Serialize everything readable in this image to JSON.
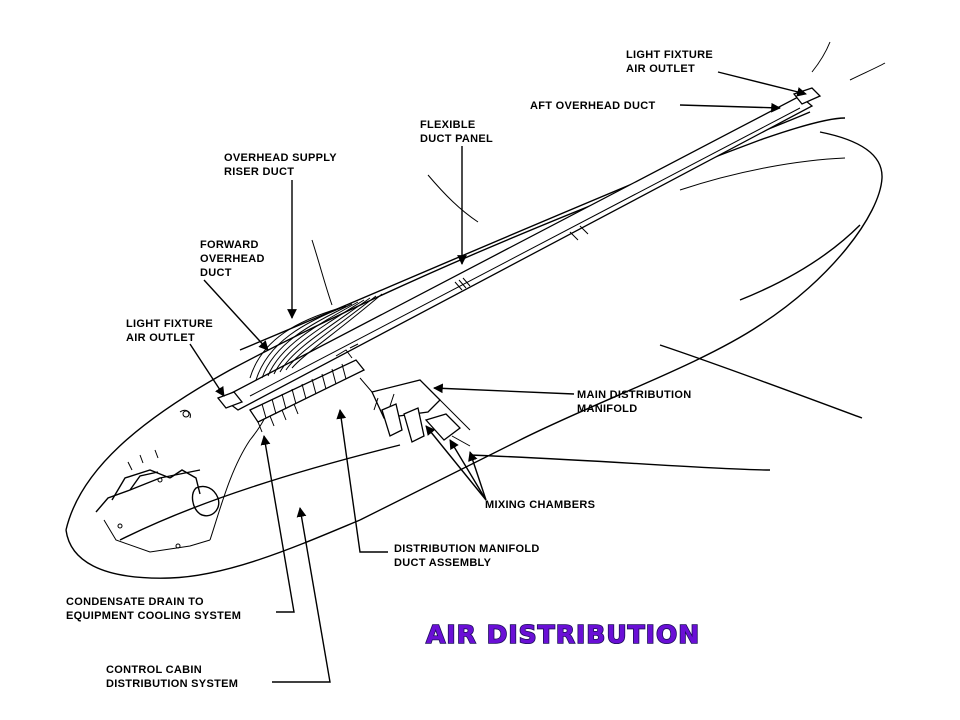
{
  "title": "AIR DISTRIBUTION",
  "labels": {
    "light_fixture_air_outlet_aft": [
      "LIGHT FIXTURE",
      "AIR OUTLET"
    ],
    "aft_overhead_duct": [
      "AFT OVERHEAD DUCT"
    ],
    "flexible_duct_panel": [
      "FLEXIBLE",
      "DUCT PANEL"
    ],
    "overhead_supply_riser_duct": [
      "OVERHEAD SUPPLY",
      "RISER DUCT"
    ],
    "forward_overhead_duct": [
      "FORWARD",
      "OVERHEAD",
      "DUCT"
    ],
    "light_fixture_air_outlet_fwd": [
      "LIGHT FIXTURE",
      "AIR OUTLET"
    ],
    "main_distribution_manifold": [
      "MAIN DISTRIBUTION",
      "MANIFOLD"
    ],
    "mixing_chambers": [
      "MIXING CHAMBERS"
    ],
    "distribution_manifold_duct_assembly": [
      "DISTRIBUTION MANIFOLD",
      "DUCT ASSEMBLY"
    ],
    "condensate_drain": [
      "CONDENSATE DRAIN TO",
      "EQUIPMENT COOLING SYSTEM"
    ],
    "control_cabin_distribution_system": [
      "CONTROL CABIN",
      "DISTRIBUTION SYSTEM"
    ]
  },
  "colors": {
    "title_fill": "#6a0fd6",
    "title_outline": "#1c0f5a",
    "line": "#000000",
    "background": "#ffffff"
  }
}
